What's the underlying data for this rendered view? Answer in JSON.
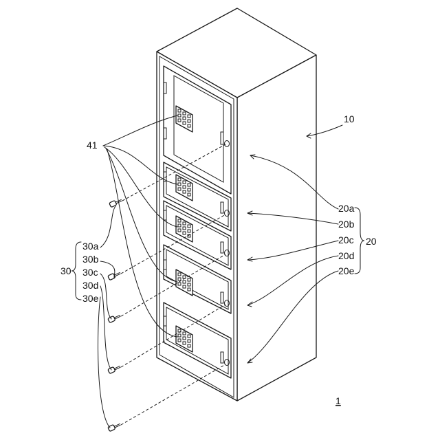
{
  "labels": {
    "cabinet": "10",
    "lockers_group": "20",
    "lockers": [
      "20a",
      "20b",
      "20c",
      "20d",
      "20e"
    ],
    "keys_group": "30",
    "keys": [
      "30a",
      "30b",
      "30c",
      "30d",
      "30e"
    ],
    "keypad": "41",
    "figure": "1"
  }
}
